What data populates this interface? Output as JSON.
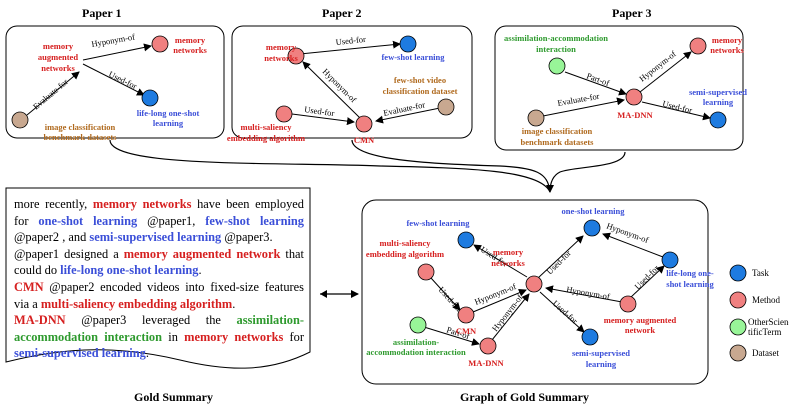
{
  "titles": {
    "paper1": "Paper 1",
    "paper2": "Paper 2",
    "paper3": "Paper 3",
    "gold_summary": "Gold Summary",
    "graph": "Graph of Gold Summary"
  },
  "legend": {
    "task": "Task",
    "method": "Method",
    "other": "OtherScien-tificTerm",
    "dataset": "Dataset"
  },
  "colors": {
    "task": "#1e7be0",
    "method": "#f08080",
    "other": "#98f598",
    "dataset": "#c8a890"
  },
  "paper1": {
    "memory_aug": "memory augmented networks",
    "memory_networks": "memory networks",
    "life_long": "life-long one-shot learning",
    "dataset": "image classification benchmark datasets",
    "e1": "Hyponym-of",
    "e2": "Used-for",
    "e3": "Evaluate-for"
  },
  "paper2": {
    "memory_networks": "memory networks",
    "few_shot": "few-shot learning",
    "dataset": "few-shot video classification dataset",
    "multi_saliency": "multi-saliency embedding algorithm",
    "cmn": "CMN",
    "e1": "Used-for",
    "e2": "Hyponym-of",
    "e3": "Used-for",
    "e4": "Evaluate-for"
  },
  "paper3": {
    "assim": "assimilation-accommodation interaction",
    "memory_networks": "memory networks",
    "semi": "semi-supervised learning",
    "dataset": "image classification benchmark datasets",
    "mad": "MA-DNN",
    "e1": "Part-of",
    "e2": "Hyponym-of",
    "e3": "Evaluate-for",
    "e4": "Used-for"
  },
  "graph": {
    "few_shot": "few-shot learning",
    "one_shot": "one-shot learning",
    "multi_saliency": "multi-saliency embedding algorithm",
    "memory_networks": "memory networks",
    "life_long": "life-long one-shot learning",
    "cmn": "CMN",
    "memory_aug": "memory augmented network",
    "assim": "assimilation-accommodation interaction",
    "mad": "MA-DNN",
    "semi": "semi-supervised learning",
    "e_used_few": "Used-for",
    "e_used_one": "Used-for",
    "e_hyp_lifelong": "Hyponym-of",
    "e_used_lifelong": "Used-for",
    "e_used_cmn": "Used-for",
    "e_hyp_cmn": "Hyponym-of",
    "e_hyp_aug": "Hyponym-of",
    "e_used_semi": "Used-for",
    "e_part": "Part-of",
    "e_hyp_mad": "Hyponym-of"
  },
  "summary": {
    "s1a": "more recently, ",
    "s1b": "memory networks",
    "s1c": " have been employed for ",
    "s1d": "one-shot learning",
    "s1e": " @paper1, ",
    "s1f": "few-shot learning",
    "s1g": " @paper2 , and ",
    "s1h": "semi-supervised learning",
    "s1i": " @paper3.",
    "s2a": "@paper1 designed a ",
    "s2b": "memory augmented network",
    "s2c": " that could do ",
    "s2d": "life-long one-shot learning",
    "s2e": ".",
    "s3a": "CMN",
    "s3b": " @paper2 encoded videos into fixed-size features via a ",
    "s3c": "multi-saliency embedding algorithm",
    "s3d": ".",
    "s4a": "MA-DNN",
    "s4b": " @paper3 leveraged the ",
    "s4c": "assimilation-accommodation interaction",
    "s4d": " in ",
    "s4e": "memory networks",
    "s4f": " for ",
    "s4g": "semi-supervised learning",
    "s4h": "."
  }
}
